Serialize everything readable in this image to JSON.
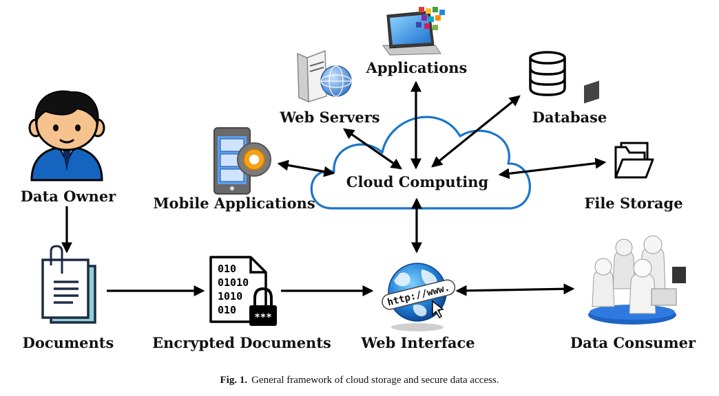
{
  "nodes": {
    "data_owner": "Data Owner",
    "documents": "Documents",
    "encrypted_documents": "Encrypted Documents",
    "web_interface": "Web Interface",
    "data_consumer": "Data Consumer",
    "cloud_computing": "Cloud Computing",
    "mobile_applications": "Mobile Applications",
    "web_servers": "Web Servers",
    "applications": "Applications",
    "database": "Database",
    "file_storage": "File Storage"
  },
  "url_badge": "http://www.",
  "lock_mask": "***",
  "binary_lines": [
    "010",
    "01010",
    "1010",
    "010"
  ],
  "caption": {
    "label": "Fig. 1.",
    "text": "General framework of cloud storage and secure data access."
  },
  "colors": {
    "cloud_stroke": "#1a76c9",
    "icon_navy": "#1d2a44",
    "icon_teal": "#8fd0d6",
    "person_skin": "#f6c28e",
    "person_shirt": "#1565c0"
  },
  "edges": [
    {
      "from": "Data Owner",
      "to": "Documents",
      "direction": "forward"
    },
    {
      "from": "Documents",
      "to": "Encrypted Documents",
      "direction": "forward"
    },
    {
      "from": "Encrypted Documents",
      "to": "Web Interface",
      "direction": "forward"
    },
    {
      "from": "Web Interface",
      "to": "Data Consumer",
      "direction": "both"
    },
    {
      "from": "Web Interface",
      "to": "Cloud Computing",
      "direction": "both"
    },
    {
      "from": "Cloud Computing",
      "to": "Mobile Applications",
      "direction": "both"
    },
    {
      "from": "Cloud Computing",
      "to": "Web Servers",
      "direction": "both"
    },
    {
      "from": "Cloud Computing",
      "to": "Applications",
      "direction": "both"
    },
    {
      "from": "Cloud Computing",
      "to": "Database",
      "direction": "both"
    },
    {
      "from": "Cloud Computing",
      "to": "File Storage",
      "direction": "both"
    }
  ]
}
